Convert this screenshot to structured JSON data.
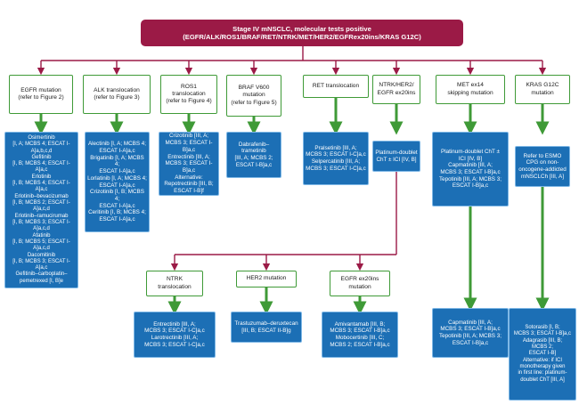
{
  "title": "Stage IV mNSCLC, molecular tests positive (EGFR/ALK/ROS1/BRAF/RET/NTRK/MET/HER2/EGFRex20ins/KRAS G12C)",
  "headers": {
    "egfr": "EGFR mutation\n(refer to Figure 2)",
    "alk": "ALK translocation\n(refer to Figure 3)",
    "ros1": "ROS1\ntranslocation\n(refer to Figure 4)",
    "braf": "BRAF V600\nmutation\n(refer to Figure 5)",
    "ret": "RET translocation",
    "ntrk_her2": "NTRK/HER2/\nEGFR ex20ins",
    "met": "MET ex14\nskipping mutation",
    "kras": "KRAS G12C\nmutation",
    "ntrk": "NTRK\ntranslocation",
    "her2": "HER2 mutation",
    "egfr20": "EGFR ex20ins\nmutation"
  },
  "treatments": {
    "egfr": "Osimertinib\n[I, A; MCBS 4; ESCAT I-A]a,b,c,d\nGefitinib\n[I, B; MCBS 4; ESCAT I-A]a,c\nErlotinib\n[I, B; MCBS 4; ESCAT I-A]a,c\nErlotinib–bevacizumab\n[I, B; MCBS 2; ESCAT I-A]a,c,d\nErlotinib–ramucirumab\n[I, B; MCBS 3; ESCAT I-A]a,c,d\nAfatinib\n[I, B; MCBS 5; ESCAT I-A]a,c,d\nDacomitinib\n[I, B; MCBS 3; ESCAT I-A]a,c\nGefitinib–carboplatin–\npemetrexed [I, B]e",
    "alk": "Alectinib [I, A; MCBS 4;\nESCAT I-A]a,c\nBrigatinib [I, A; MCBS 4;\nESCAT I-A]a,c\nLorlatinib [I, A; MCBS 4;\nESCAT I-A]a,c\nCrizotinib [I, B; MCBS 4;\nESCAT I-A]a,c\nCeritinib [I, B; MCBS 4;\nESCAT I-A]a,c",
    "ros1": "Crizotinib [III, A;\nMCBS 3; ESCAT I-B]a,c\nEntrectinib [III, A;\nMCBS 3; ESCAT I-B]a,c\nAlternative:\nRepotrectinib [III, B;\nESCAT I-B]f",
    "braf": "Dabrafenib–\ntrametinib\n[III, A; MCBS 2;\nESCAT I-B]a,c",
    "ret": "Pralsetinib [III, A;\nMCBS 3; ESCAT I-C]a,c\nSelpercatinib [III, A;\nMCBS 3; ESCAT I-C]a,c",
    "ntrk_her2": "Platinum-doublet\nChT ± ICI [IV, B]",
    "met": "Platinum-doublet ChT ±\nICI [IV, B]\nCapmatinib [III, A;\nMCBS 3; ESCAT I-B]a,c\nTepotinib [III, A; MCBS 3;\nESCAT I-B]a,c",
    "kras": "Refer to ESMO\nCPG on non-\noncogene-addicted\nmNSCLCh [III, A]",
    "ntrk": "Entrectinib [III, A;\nMCBS 3; ESCAT I-C]a,c\nLarotrectinib [III, A;\nMCBS 3; ESCAT I-C]a,c",
    "her2": "Trastuzumab–deruxtecan\n[III, B; ESCAT II-B]g",
    "egfr20": "Amivantamab [III, B;\nMCBS 3; ESCAT I-B]a,c\nMobocertinib [III, C;\nMCBS 2; ESCAT I-B]a,c",
    "met2": "Capmatinib [III, A;\nMCBS 3; ESCAT I-B]a,c\nTepotinib [III, A; MCBS 3;\nESCAT I-B]a,c",
    "kras2": "Sotorasib [I, B;\nMCBS 3; ESCAT I-B]a,c\nAdagrasib [III, B;\nMCBS 2;\nESCAT I-B]\nAlternative: if ICI\nmonotherapy given\nin first line: platinum-\ndoublet ChT [III, A]"
  },
  "colors": {
    "top": "#9b1a46",
    "arrow": "#9b1a46",
    "header_border": "#3f9a37",
    "treatment_fill": "#1c6fb5",
    "treatment_border": "#7fb8e6"
  }
}
